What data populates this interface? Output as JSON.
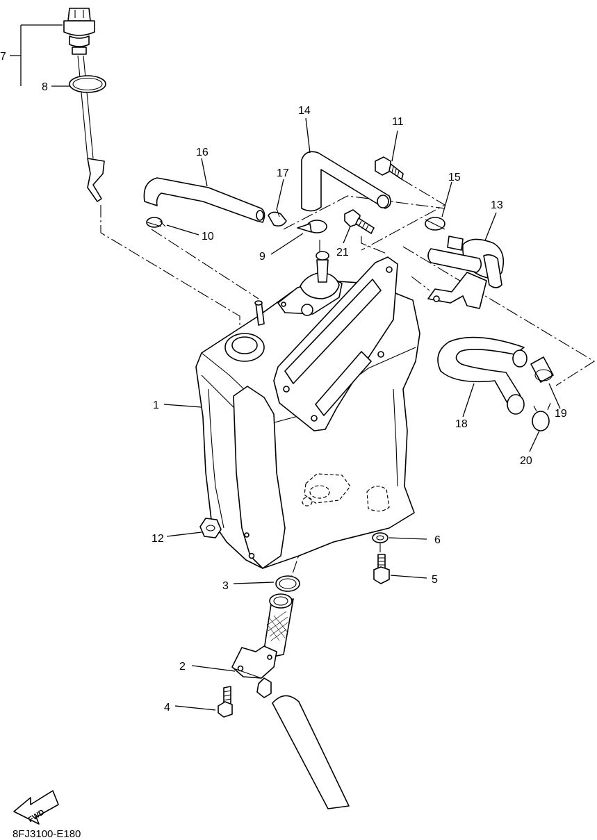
{
  "diagram_code": "8FJ3100-E180",
  "fwd_label": "FWD",
  "callouts": {
    "c1": "1",
    "c2": "2",
    "c3": "3",
    "c4": "4",
    "c5": "5",
    "c6": "6",
    "c7": "7",
    "c8": "8",
    "c9": "9",
    "c10": "10",
    "c11": "11",
    "c12": "12",
    "c13": "13",
    "c14": "14",
    "c15": "15",
    "c16": "16",
    "c17": "17",
    "c18": "18",
    "c19": "19",
    "c20": "20",
    "c21": "21"
  }
}
